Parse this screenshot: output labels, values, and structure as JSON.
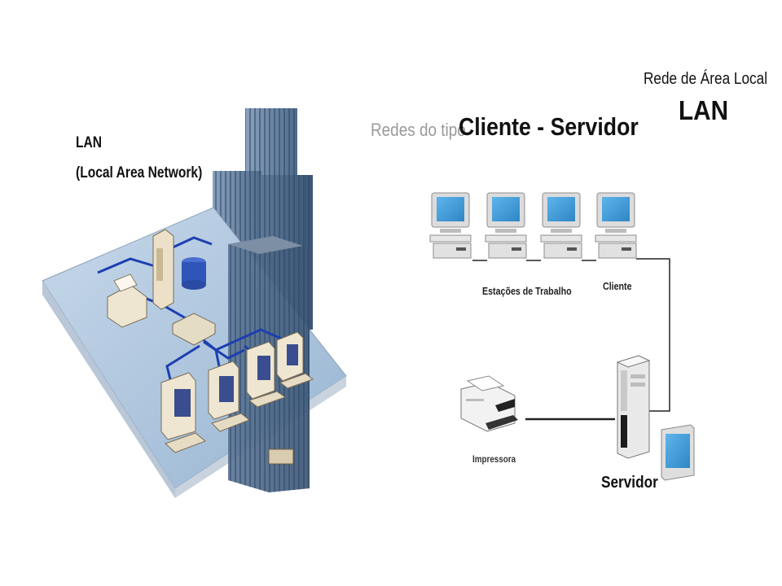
{
  "left_diagram": {
    "title": "LAN",
    "subtitle": "(Local Area Network)"
  },
  "right_diagram": {
    "heading_prefix": "Redes do tipo",
    "heading_main": "Cliente - Servidor",
    "corner_title": "Rede de Área Local",
    "corner_subtitle": "LAN",
    "workstations_label": "Estações de Trabalho",
    "client_label": "Cliente",
    "server_label": "Servidor",
    "printer_label": "Impressora"
  },
  "colors": {
    "screen_blue": "#3d9ad8",
    "floor_blue": "#a9c4de",
    "network_cable": "#1d3fb0",
    "building_blue": "#6b86a6"
  }
}
